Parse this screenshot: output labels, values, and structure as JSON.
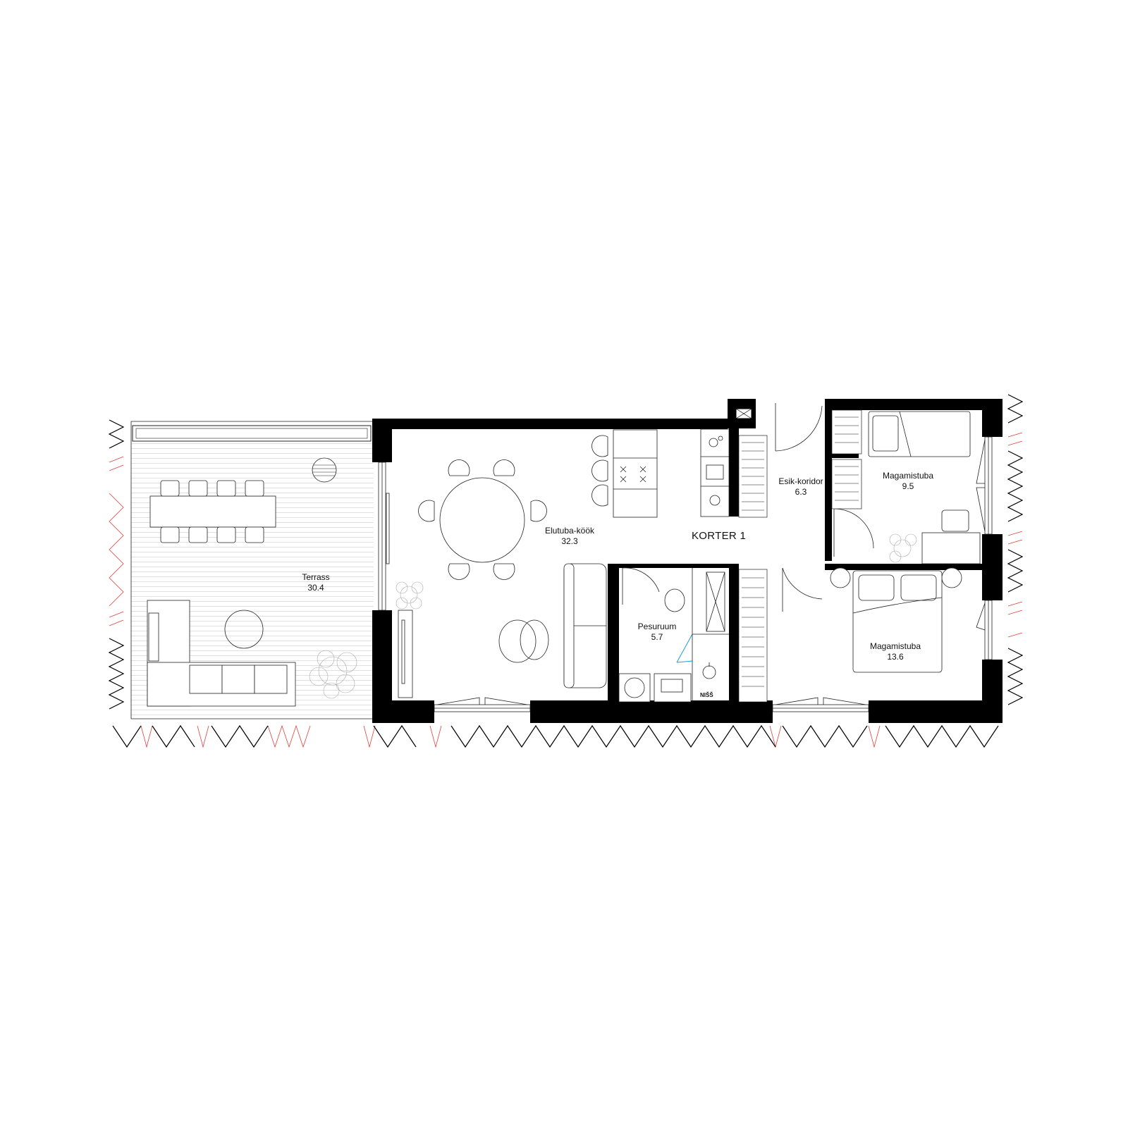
{
  "apartment": {
    "title": "KORTER 1"
  },
  "rooms": [
    {
      "id": "terrass",
      "name": "Terrass",
      "area": "30.4"
    },
    {
      "id": "elutuba",
      "name": "Elutuba-köök",
      "area": "32.3"
    },
    {
      "id": "esik",
      "name": "Esik-koridor",
      "area": "6.3"
    },
    {
      "id": "magamistuba1",
      "name": "Magamistuba",
      "area": "9.5"
    },
    {
      "id": "magamistuba2",
      "name": "Magamistuba",
      "area": "13.6"
    },
    {
      "id": "pesuruum",
      "name": "Pesuruum",
      "area": "5.7"
    }
  ],
  "labels": {
    "niche": "NIŠŠ"
  },
  "colors": {
    "wall": "#000000",
    "line": "#222222",
    "facade_accent": "#e0403a",
    "shower_door": "#1a9fe0",
    "deck_lines": "#d6d6d6"
  }
}
